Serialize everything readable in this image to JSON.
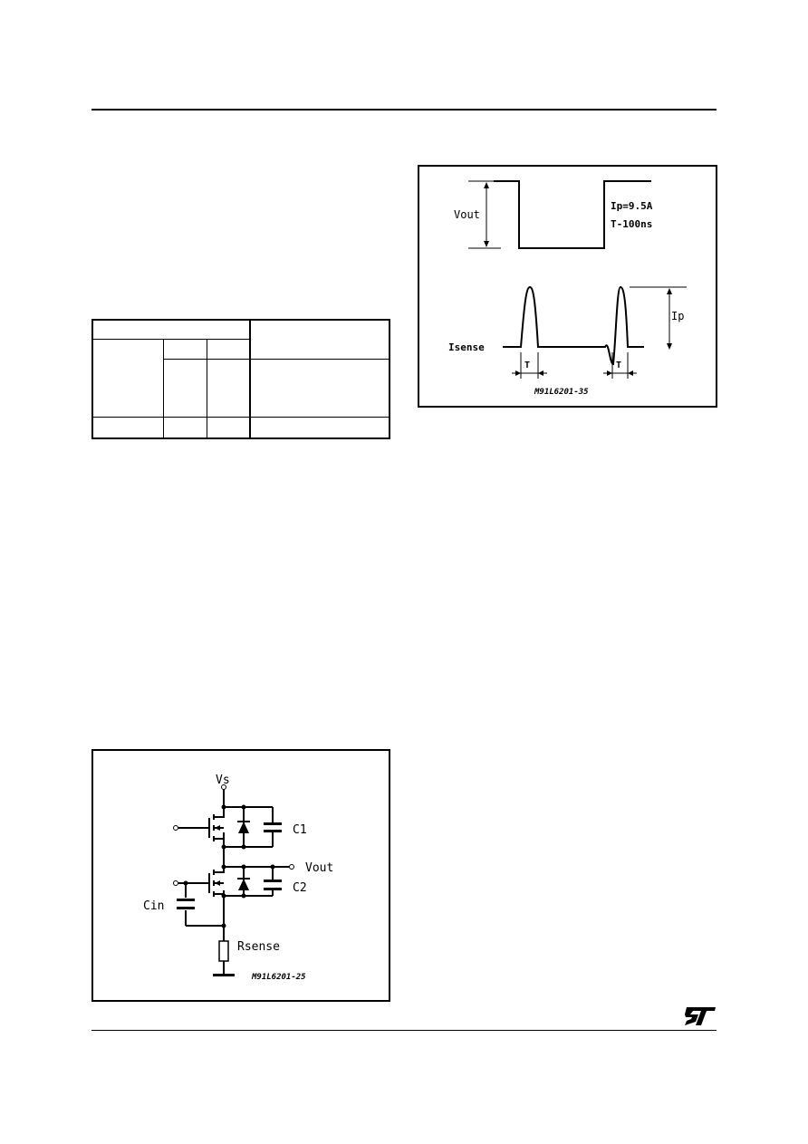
{
  "waveform": {
    "vout_label": "Vout",
    "ip_value": "Ip=9.5A",
    "t_value": "T-100ns",
    "ip_label": "Ip",
    "isense_label": "Isense",
    "t_mark": "T",
    "figure_code": "M91L6201-35"
  },
  "circuit": {
    "vs_label": "Vs",
    "vout_label": "Vout",
    "c1_label": "C1",
    "c2_label": "C2",
    "cin_label": "Cin",
    "rsense_label": "Rsense",
    "figure_code": "M91L6201-25"
  },
  "logo_icon": "st-logo-icon"
}
